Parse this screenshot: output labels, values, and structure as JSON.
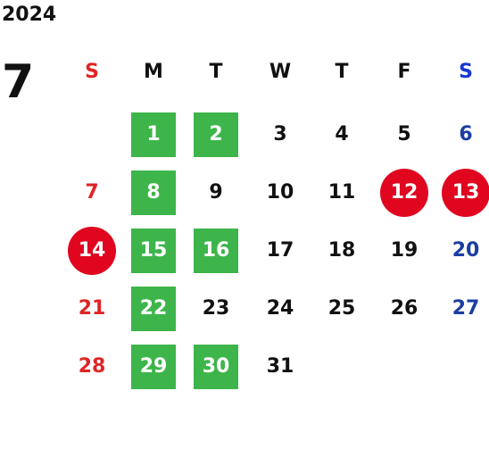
{
  "year": "2024",
  "month": "7",
  "weekdays": [
    "S",
    "M",
    "T",
    "W",
    "T",
    "F",
    "S"
  ],
  "colors": {
    "sunday": "#e02424",
    "saturday": "#1a3ea0",
    "saturday_header": "#1437d6",
    "weekday": "#111111",
    "holiday_circle": "#e0061f",
    "highlight_square": "#3db54a"
  },
  "weeks": [
    [
      null,
      {
        "d": "1",
        "mark": "square"
      },
      {
        "d": "2",
        "mark": "square"
      },
      {
        "d": "3"
      },
      {
        "d": "4"
      },
      {
        "d": "5"
      },
      {
        "d": "6"
      }
    ],
    [
      {
        "d": "7"
      },
      {
        "d": "8",
        "mark": "square"
      },
      {
        "d": "9"
      },
      {
        "d": "10"
      },
      {
        "d": "11"
      },
      {
        "d": "12",
        "mark": "circle"
      },
      {
        "d": "13",
        "mark": "circle"
      }
    ],
    [
      {
        "d": "14",
        "mark": "circle"
      },
      {
        "d": "15",
        "mark": "square"
      },
      {
        "d": "16",
        "mark": "square"
      },
      {
        "d": "17"
      },
      {
        "d": "18"
      },
      {
        "d": "19"
      },
      {
        "d": "20"
      }
    ],
    [
      {
        "d": "21"
      },
      {
        "d": "22",
        "mark": "square"
      },
      {
        "d": "23"
      },
      {
        "d": "24"
      },
      {
        "d": "25"
      },
      {
        "d": "26"
      },
      {
        "d": "27"
      }
    ],
    [
      {
        "d": "28"
      },
      {
        "d": "29",
        "mark": "square"
      },
      {
        "d": "30",
        "mark": "square"
      },
      {
        "d": "31"
      },
      null,
      null,
      null
    ]
  ]
}
